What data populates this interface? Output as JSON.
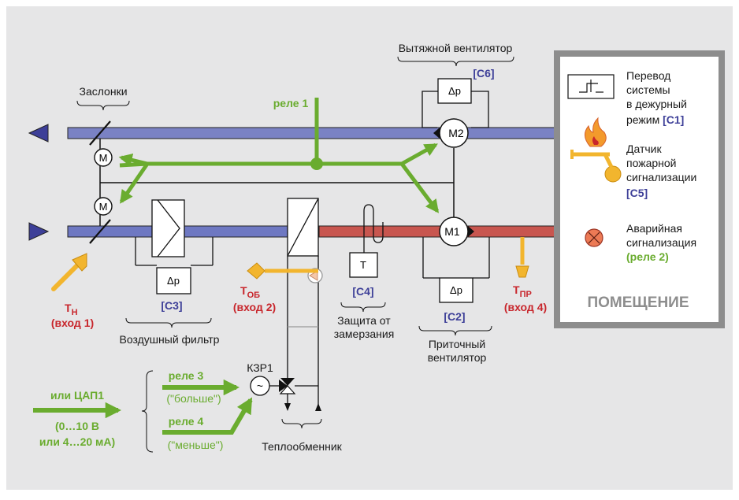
{
  "labels": {
    "exhaust_fan": "Вытяжной вентилятор",
    "dampers": "Заслонки",
    "relay1": "реле 1",
    "c6": "[C6]",
    "m2": "M2",
    "m1": "M1",
    "m": "M",
    "dp": "Δp",
    "t_box": "T",
    "tn_main": "T",
    "tn_sub": "Н",
    "tn_input": "(вход 1)",
    "tob_main": "T",
    "tob_sub": "ОБ",
    "tob_input": "(вход 2)",
    "tpr_main": "T",
    "tpr_sub": "ПР",
    "tpr_input": "(вход 4)",
    "c3": "[C3]",
    "c4": "[C4]",
    "c2": "[C2]",
    "air_filter": "Воздушный фильтр",
    "frost_line1": "Защита от",
    "frost_line2": "замерзания",
    "supply_line1": "Приточный",
    "supply_line2": "вентилятор",
    "kzr1": "КЗР1",
    "relay3": "реле 3",
    "more": "(\"больше\")",
    "relay4": "реле 4",
    "less": "(\"меньше\")",
    "dac": "или ЦАП1",
    "range1": "(0…10 В",
    "range2": "или 4…20 мА)",
    "heat_exchanger": "Теплообменник"
  },
  "legend": {
    "item1_lines": [
      "Перевод",
      "системы",
      "в дежурный"
    ],
    "item1_last": "режим ",
    "item1_code": "[C1]",
    "item2_lines": [
      "Датчик",
      "пожарной",
      "сигнализации"
    ],
    "item2_code": "[C5]",
    "item3_lines": [
      "Аварийная",
      "сигнализация"
    ],
    "item3_relay": "(реле 2)",
    "room": "ПОМЕЩЕНИЕ"
  },
  "colors": {
    "background": "#e6e6e7",
    "exhaust_duct": "#7a82c4",
    "supply_duct_cold": "#6e78c2",
    "supply_duct_hot": "#c8564f",
    "control_green": "#6aac2f",
    "sensor_yellow": "#f2b52e",
    "label_red": "#c8262c",
    "label_blue": "#3d3f98",
    "legend_border": "#8d8d8d"
  }
}
